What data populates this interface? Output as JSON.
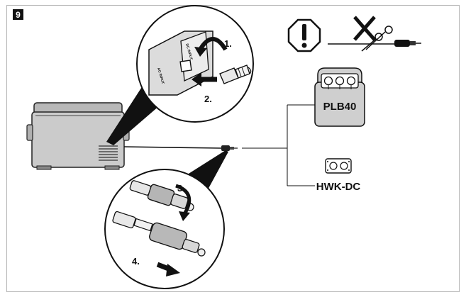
{
  "figure": {
    "number": "9"
  },
  "callouts": {
    "socket_ac": "AC INPUT",
    "socket_dc": "DC INPUT",
    "step1": "1.",
    "step2": "2.",
    "step3": "3.",
    "step4": "4."
  },
  "devices": {
    "battery_label": "PLB40",
    "hwk_label": "HWK-DC"
  },
  "colors": {
    "line": "#1a1a1a",
    "device_fill": "#c9c9c9",
    "device_dark": "#9a9a9a",
    "badge_bg": "#111111",
    "badge_text": "#ffffff",
    "arrow": "#1a1a1a"
  },
  "icons": [
    "warning-octagon-icon",
    "no-cut-scissors-icon",
    "cigarette-plug-icon",
    "cooler-box",
    "portable-battery",
    "dual-socket-panel"
  ]
}
